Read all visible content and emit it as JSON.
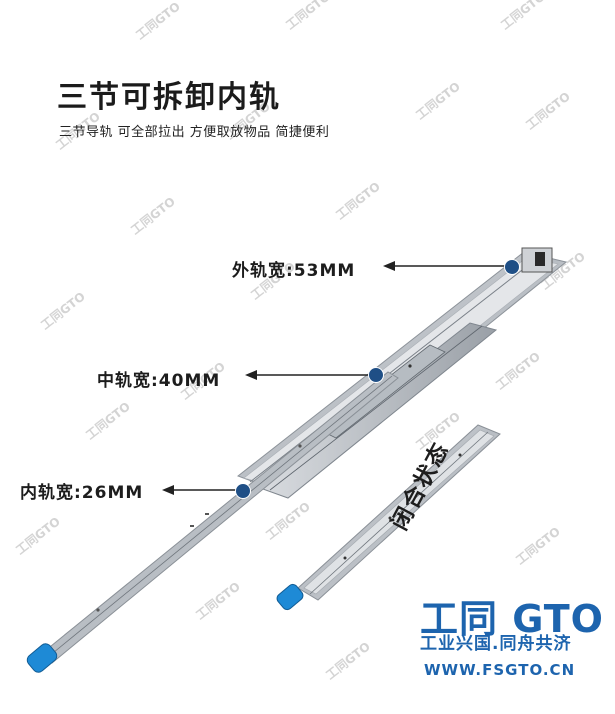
{
  "heading": {
    "title": "三节可拆卸内轨",
    "subtitle": "三节导轨 可全部拉出 方便取放物品 简捷便利"
  },
  "dimensions": {
    "outer": "外轨宽:53MM",
    "middle": "中轨宽:40MM",
    "inner": "内轨宽:26MM"
  },
  "closed_state_label": "闭合状态",
  "brand": {
    "logo": "工同 GTO",
    "slogan": "工业兴国.同舟共济",
    "url": "WWW.FSGTO.CN",
    "watermark": "工同GTO"
  },
  "colors": {
    "brand_blue": "#1d64ae",
    "marker_blue": "#1f4f86",
    "tip_blue": "#1e8ad6",
    "steel": "#c9cdd2"
  },
  "icons": [
    "marker-dot-icon",
    "arrow-icon",
    "blue-end-cap-icon"
  ]
}
